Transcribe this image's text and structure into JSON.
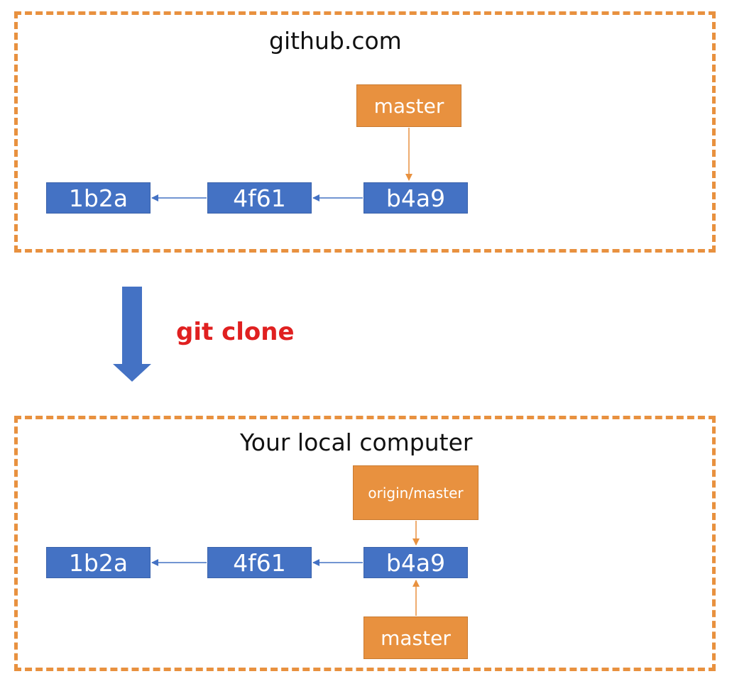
{
  "colors": {
    "frame": "#E8913F",
    "commit": "#4472C4",
    "ref": "#E8913F",
    "link": "#4472C4",
    "clone_label": "#E02020"
  },
  "remote": {
    "title": "github.com",
    "commits": [
      "1b2a",
      "4f61",
      "b4a9"
    ],
    "ref_label": "master"
  },
  "action": {
    "label": "git clone"
  },
  "local": {
    "title": "Your local computer",
    "commits": [
      "1b2a",
      "4f61",
      "b4a9"
    ],
    "remote_ref_label": "origin/master",
    "ref_label": "master"
  }
}
